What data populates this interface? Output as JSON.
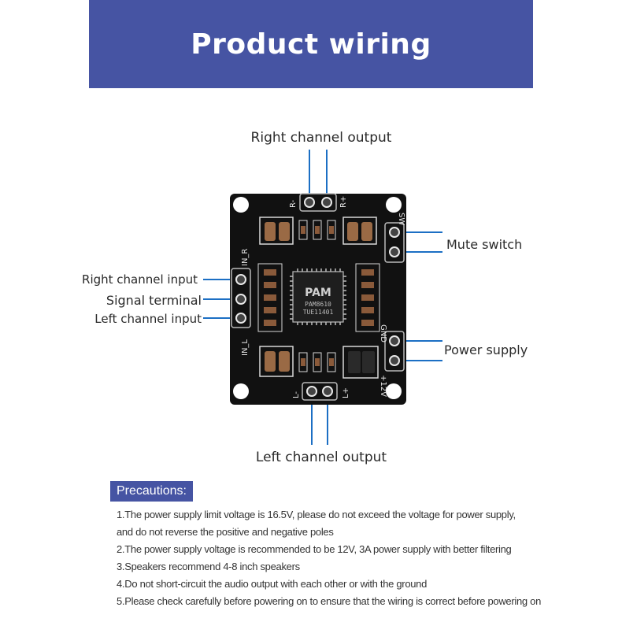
{
  "header": {
    "title": "Product wiring"
  },
  "labels": {
    "right_channel_output": "Right channel output",
    "mute_switch": "Mute switch",
    "right_channel_input": "Right channel input",
    "signal_terminal": "Signal terminal",
    "left_channel_input": "Left channel input",
    "power_supply": "Power supply",
    "left_channel_output": "Left channel output"
  },
  "board": {
    "chip_logo": "PAM",
    "chip_part": "PAM8610",
    "chip_code": "TUE11401",
    "silk_r_minus": "R-",
    "silk_r_plus": "R+",
    "silk_l_minus": "L-",
    "silk_l_plus": "L+",
    "silk_in_r": "IN_R",
    "silk_in_l": "IN_L",
    "silk_gnd": "GND",
    "silk_12v": "+12V",
    "silk_sw": "SW"
  },
  "precautions": {
    "title": "Precautions:",
    "items": [
      "1.The power supply limit voltage is 16.5V, please do not exceed the voltage for power supply,",
      "and do not reverse the positive and negative poles",
      "2.The power supply voltage is recommended to be 12V, 3A power supply with better filtering",
      "3.Speakers recommend 4-8 inch speakers",
      "4.Do not short-circuit the audio output with each other or with the ground",
      "5.Please check carefully before powering on to ensure that the wiring is correct before powering on"
    ]
  },
  "colors": {
    "banner": "#4654a3",
    "wire": "#1c6fc4",
    "board": "#111111"
  }
}
